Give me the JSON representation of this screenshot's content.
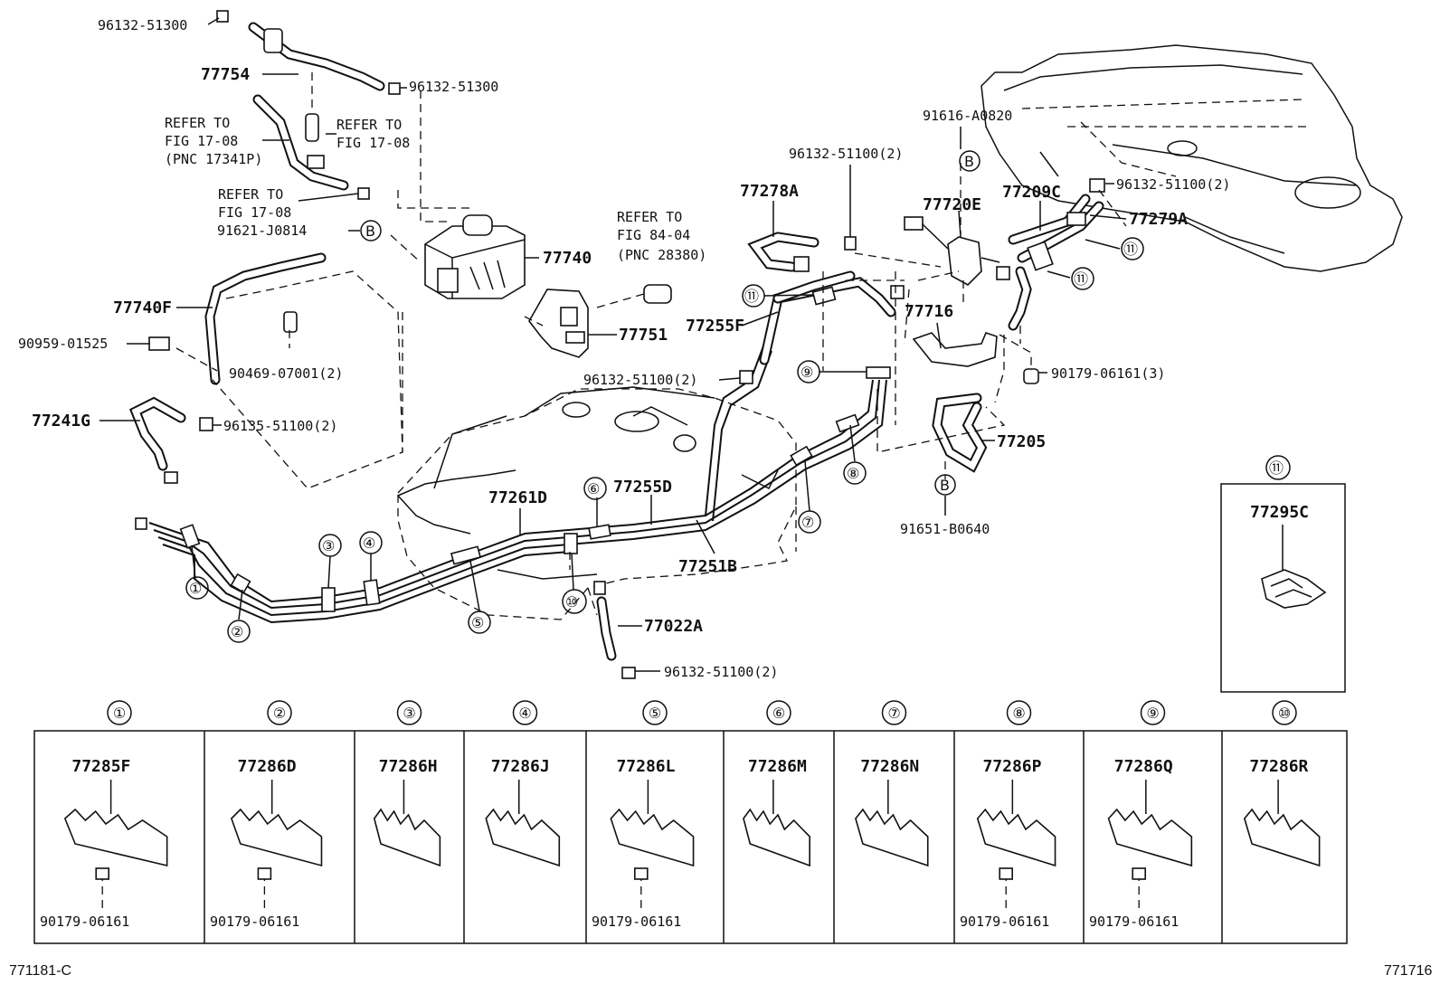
{
  "callouts": {
    "p96132_51300_top": "96132-51300",
    "p77754": "77754",
    "p96132_51300_mid": "96132-51300",
    "refer1": [
      "REFER TO",
      "FIG 17-08",
      "(PNC 17341P)"
    ],
    "refer2": [
      "REFER TO",
      "FIG 17-08"
    ],
    "refer3": [
      "REFER TO",
      "FIG 17-08"
    ],
    "p91621": "91621-J0814",
    "p77740": "77740",
    "refer4": [
      "REFER TO",
      "FIG 84-04",
      "(PNC 28380)"
    ],
    "p77740F": "77740F",
    "p90959": "90959-01525",
    "p90469": "90469-07001(2)",
    "p77751": "77751",
    "p77241G": "77241G",
    "p96135": "96135-51100(2)",
    "p77278A": "77278A",
    "p96132_51100_a": "96132-51100(2)",
    "p91616": "91616-A0820",
    "p77720E": "77720E",
    "p77209C": "77209C",
    "p96132_51100_tank": "96132-51100(2)",
    "p77279A": "77279A",
    "p77255F": "77255F",
    "p77716": "77716",
    "p96132_51100_b": "96132-51100(2)",
    "p90179_3": "90179-06161(3)",
    "p77205": "77205",
    "p77261D": "77261D",
    "p77255D": "77255D",
    "p77251B": "77251B",
    "p91651": "91651-B0640",
    "p77295C": "77295C",
    "p77022A": "77022A",
    "p96132_51100_c": "96132-51100(2)"
  },
  "markers": {
    "c1": "①",
    "c2": "②",
    "c3": "③",
    "c4": "④",
    "c5": "⑤",
    "c6": "⑥",
    "c7": "⑦",
    "c8": "⑧",
    "c9": "⑨",
    "c10": "⑩",
    "c11": "⑪",
    "b": "B"
  },
  "clamp_table": [
    {
      "marker": "①",
      "part": "77285F",
      "bolt": "90179-06161"
    },
    {
      "marker": "②",
      "part": "77286D",
      "bolt": "90179-06161"
    },
    {
      "marker": "③",
      "part": "77286H",
      "bolt": ""
    },
    {
      "marker": "④",
      "part": "77286J",
      "bolt": ""
    },
    {
      "marker": "⑤",
      "part": "77286L",
      "bolt": "90179-06161"
    },
    {
      "marker": "⑥",
      "part": "77286M",
      "bolt": ""
    },
    {
      "marker": "⑦",
      "part": "77286N",
      "bolt": ""
    },
    {
      "marker": "⑧",
      "part": "77286P",
      "bolt": "90179-06161"
    },
    {
      "marker": "⑨",
      "part": "77286Q",
      "bolt": "90179-06161"
    },
    {
      "marker": "⑩",
      "part": "77286R",
      "bolt": ""
    }
  ],
  "footer": {
    "left_code": "771181-C",
    "right_code": "771716"
  }
}
